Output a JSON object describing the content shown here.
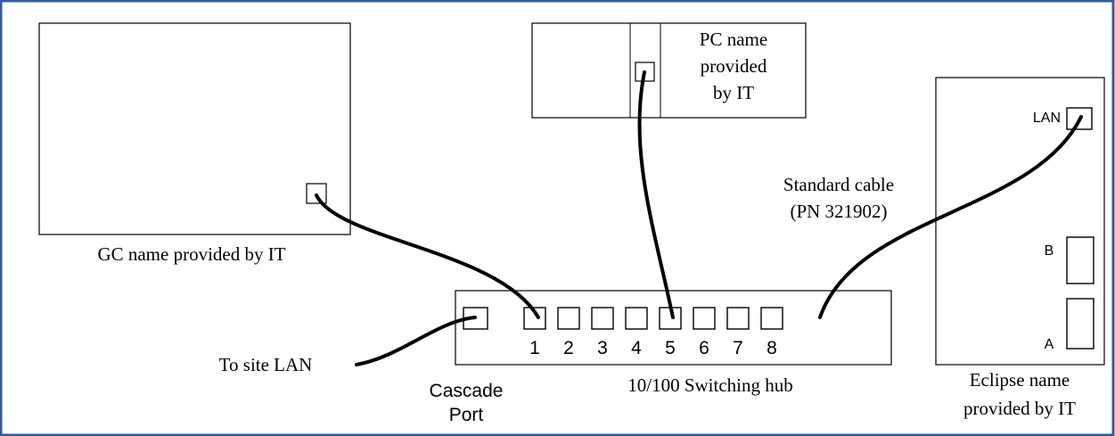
{
  "colors": {
    "frame": "#2e5e9e",
    "line": "#000000",
    "background": "#ffffff"
  },
  "labels": {
    "gc": "GC name provided by IT",
    "pc_line1": "PC name",
    "pc_line2": "provided",
    "pc_line3": "by IT",
    "eclipse_line1": "Eclipse name",
    "eclipse_line2": "provided by IT",
    "eclipse_lan": "LAN",
    "eclipse_b": "B",
    "eclipse_a": "A",
    "cable_line1": "Standard cable",
    "cable_line2": "(PN 321902)",
    "site_lan": "To site LAN",
    "cascade_line1": "Cascade",
    "cascade_line2": "Port",
    "hub": "10/100 Switching hub"
  },
  "hub_ports": [
    "1",
    "2",
    "3",
    "4",
    "5",
    "6",
    "7",
    "8"
  ]
}
